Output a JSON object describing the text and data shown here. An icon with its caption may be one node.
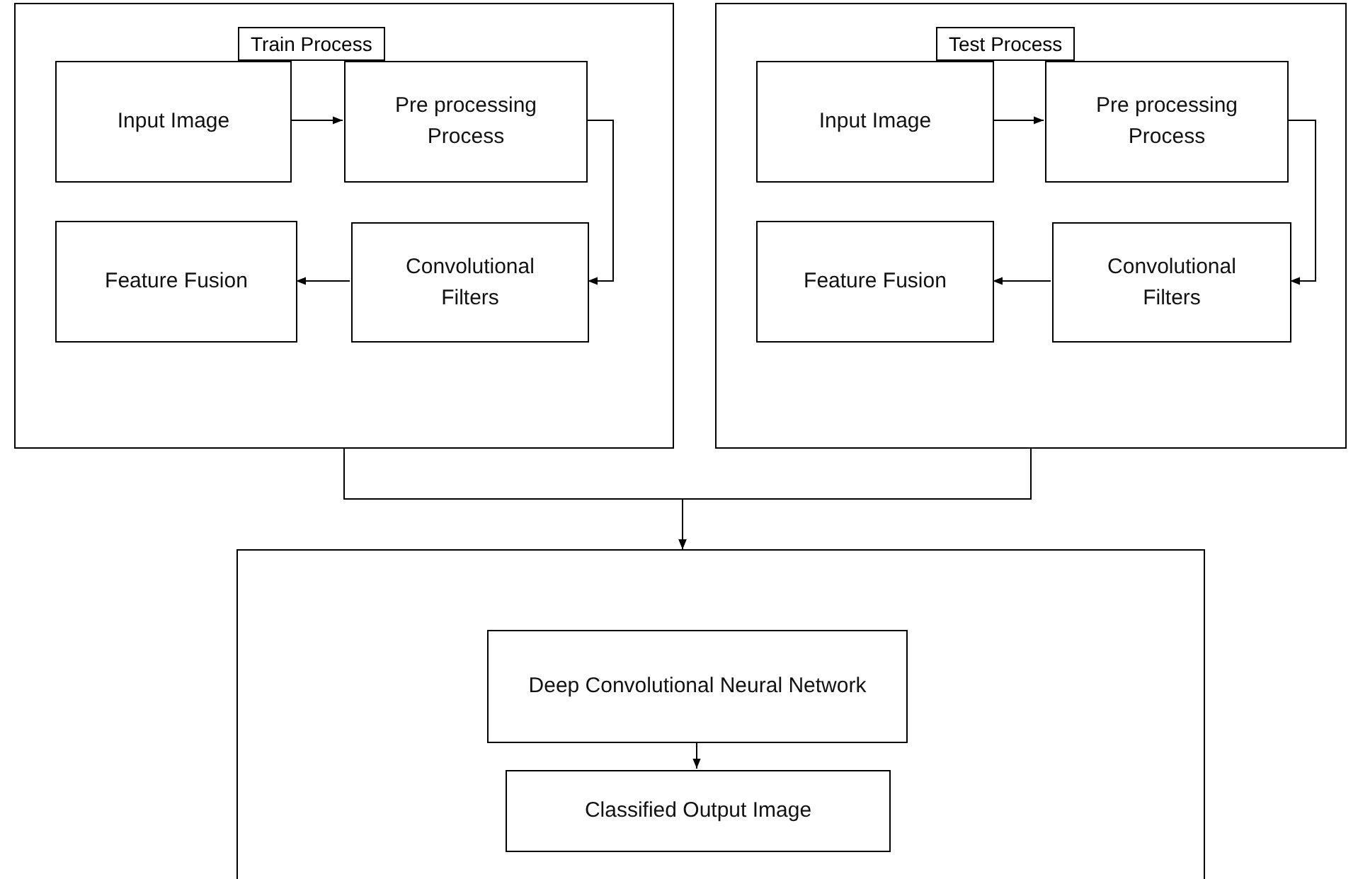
{
  "diagram": {
    "nodes": [
      {
        "text": [
          "Train Process"
        ]
      },
      {
        "text": [
          "Input Image"
        ],
        "in": 0
      },
      {
        "text": [
          "Pre processing Process"
        ],
        "in": 0
      },
      {
        "text": [
          "Convolutional Filters"
        ],
        "in": 0
      },
      {
        "text": [
          "Feature Fusion"
        ],
        "in": 0
      },
      {
        "text": [
          "Test Process"
        ]
      },
      {
        "text": [
          "Input Image"
        ],
        "in": 5
      },
      {
        "text": [
          "Pre processing Process"
        ],
        "in": 5
      },
      {
        "text": [
          "Convolutional Filters"
        ],
        "in": 5
      },
      {
        "text": [
          "Feature Fusion"
        ],
        "in": 5
      },
      {
        "text": [],
        "shape": "box"
      },
      {
        "text": [
          "Deep Convolutional Neural Network"
        ],
        "in": 10
      },
      {
        "text": [
          "Classified Output Image"
        ],
        "in": 10
      }
    ],
    "edges": [
      {
        "from": 1,
        "to": 2,
        "arrow": "to"
      },
      {
        "from": 2,
        "to": 3,
        "arrow": "to"
      },
      {
        "from": 3,
        "to": 4,
        "arrow": "to"
      },
      {
        "from": 6,
        "to": 7,
        "arrow": "to"
      },
      {
        "from": 7,
        "to": 8,
        "arrow": "to"
      },
      {
        "from": 8,
        "to": 9,
        "arrow": "to"
      },
      {
        "from": 0,
        "to": 10,
        "arrow": "to"
      },
      {
        "from": 5,
        "to": 10,
        "arrow": "to"
      },
      {
        "from": 11,
        "to": 12,
        "arrow": "to"
      }
    ]
  }
}
